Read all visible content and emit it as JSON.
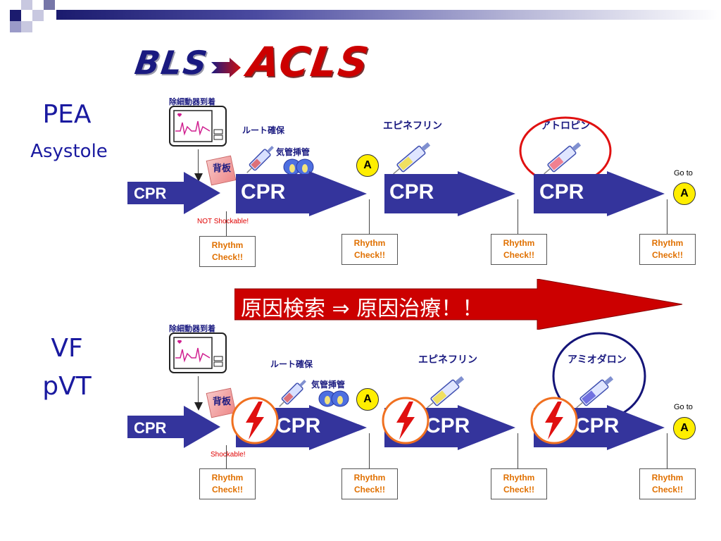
{
  "title": {
    "bls": "BLS",
    "acls": "ACLS"
  },
  "colors": {
    "arrow_blue": "#34349c",
    "arrow_red": "#cc0000",
    "circle_red": "#e01010",
    "circle_navy": "#141478",
    "shock_ring": "#f07020",
    "yellow": "#ffee00"
  },
  "pea": {
    "label1": "PEA",
    "label2": "Asystole",
    "defib": "除細動器到着",
    "board": "背板",
    "route": "ルート確保",
    "intub": "気管挿管",
    "a1": "A",
    "epi": "エピネフリン",
    "drug2": "アトロピン",
    "not_shockable": "NOT Shockable!",
    "cpr": [
      "CPR",
      "CPR",
      "CPR",
      "CPR"
    ],
    "goto": "Go to",
    "goto_a": "A",
    "rhythm": [
      "Rhythm Check!!",
      "Rhythm Check!!",
      "Rhythm Check!!",
      "Rhythm Check!!"
    ]
  },
  "banner": {
    "text": "原因検索 ⇒ 原因治療！！"
  },
  "vf": {
    "label1": "VF",
    "label2": "pVT",
    "defib": "除細動器到着",
    "board": "背板",
    "route": "ルート確保",
    "intub": "気管挿管",
    "a1": "A",
    "epi": "エピネフリン",
    "drug2": "アミオダロン",
    "shockable": "Shockable!",
    "cpr": [
      "CPR",
      "CPR",
      "CPR",
      "CPR"
    ],
    "goto": "Go to",
    "goto_a": "A",
    "rhythm": [
      "Rhythm Check!!",
      "Rhythm Check!!",
      "Rhythm Check!!",
      "Rhythm Check!!"
    ]
  }
}
